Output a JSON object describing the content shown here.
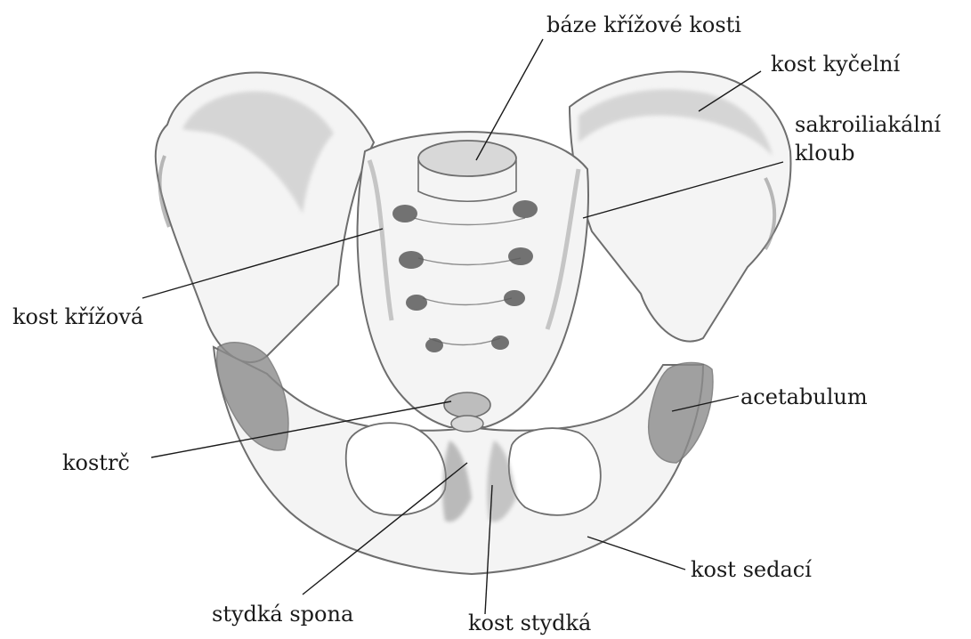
{
  "diagram": {
    "labels": {
      "baze": "báze křížové kosti",
      "kycelni": "kost kyčelní",
      "sakro_line1": "sakroiliakální",
      "sakro_line2": "kloub",
      "krizova": "kost křížová",
      "acetabulum": "acetabulum",
      "kostrc": "kostrč",
      "sedaci": "kost sedací",
      "spona": "stydká spona",
      "stydka": "kost stydká"
    },
    "colors": {
      "ink": "#1a1a1a",
      "pencil": "#6e6e6e",
      "shade": "#bdbdbd",
      "shade_dark": "#8c8c8c",
      "bone": "#f4f4f4"
    }
  }
}
